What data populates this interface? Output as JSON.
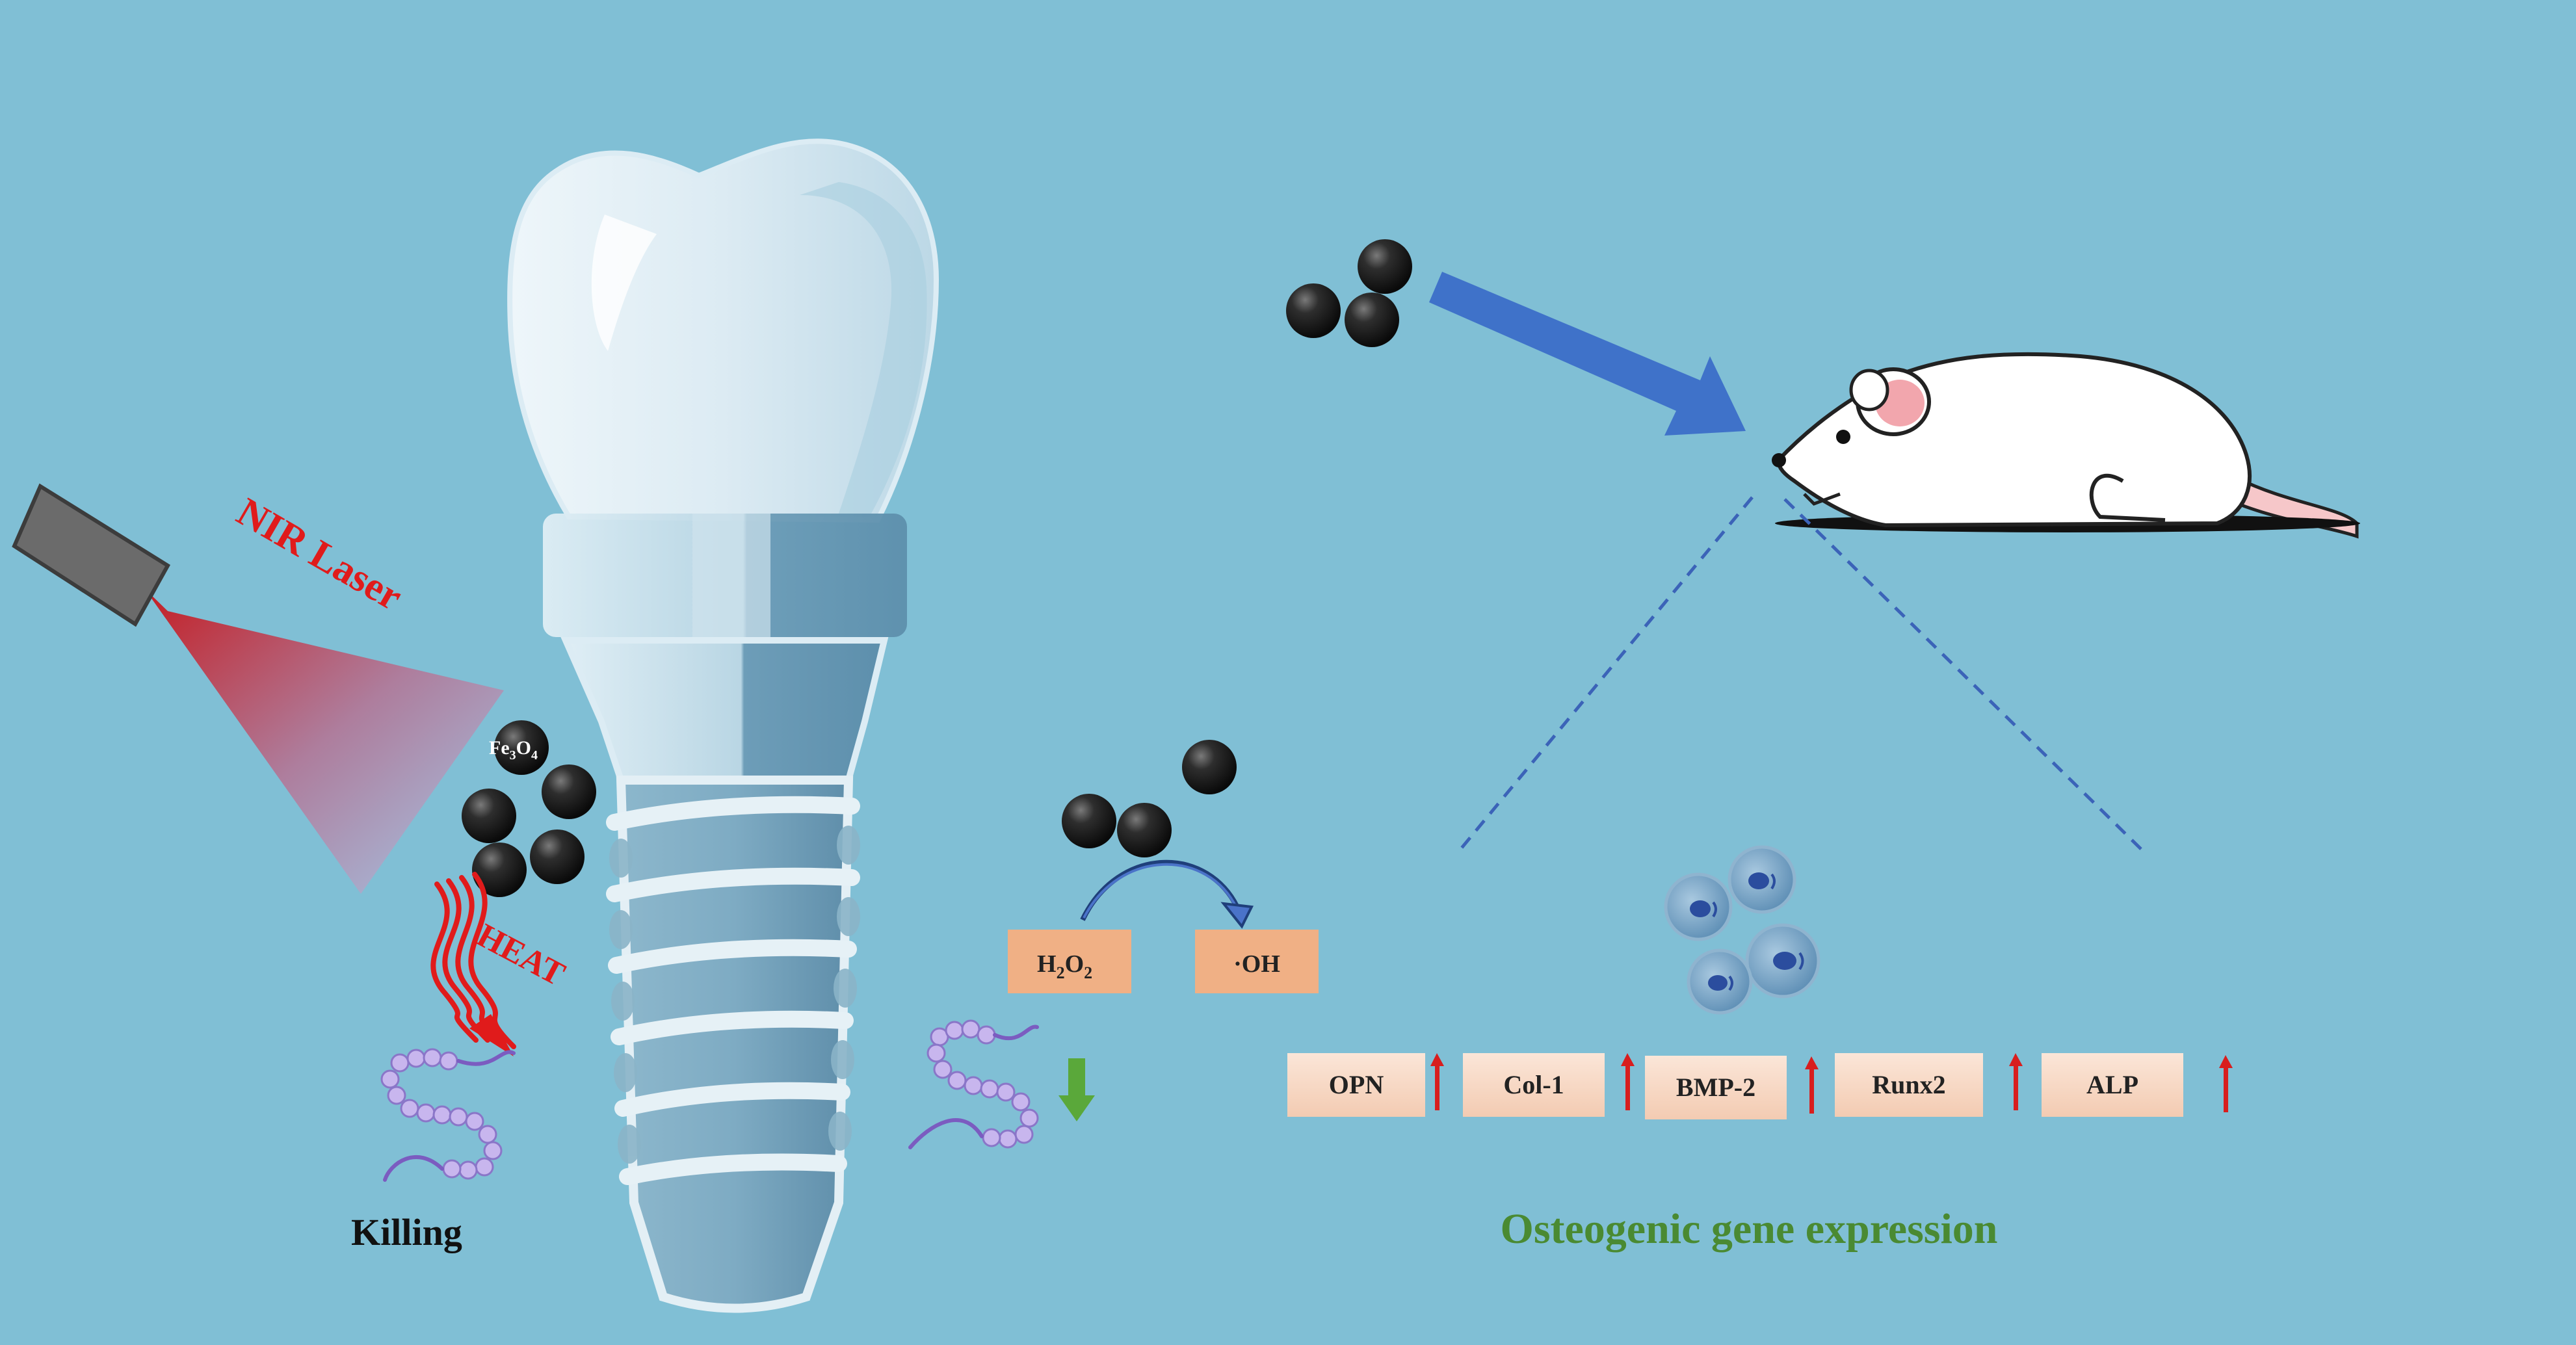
{
  "labels": {
    "laser": "NIR Laser",
    "fe3o4_base": "Fe",
    "fe3o4_sub1": "3",
    "fe3o4_mid": "O",
    "fe3o4_sub2": "4",
    "heat": "HEAT",
    "killing": "Killing",
    "h2o2_h": "H",
    "h2o2_sub1": "2",
    "h2o2_o": "O",
    "h2o2_sub2": "2",
    "oh": "·OH",
    "caption": "Osteogenic gene expression"
  },
  "genes": [
    {
      "name": "OPN",
      "trend": "up"
    },
    {
      "name": "Col-1",
      "trend": "up"
    },
    {
      "name": "BMP-2",
      "trend": "up"
    },
    {
      "name": "Runx2",
      "trend": "up"
    },
    {
      "name": "ALP",
      "trend": "up"
    }
  ],
  "colors": {
    "background": "#80bfd5",
    "laser_red": "#e01b1b",
    "up_arrow": "#d81e1e",
    "down_arrow": "#5aa83a",
    "caption_green": "#4a8a32",
    "flow_arrow": "#3f72c9",
    "nanoparticle": "#1f1f1f",
    "gene_box": "#f5d5c0",
    "ros_box": "#f0b085"
  }
}
